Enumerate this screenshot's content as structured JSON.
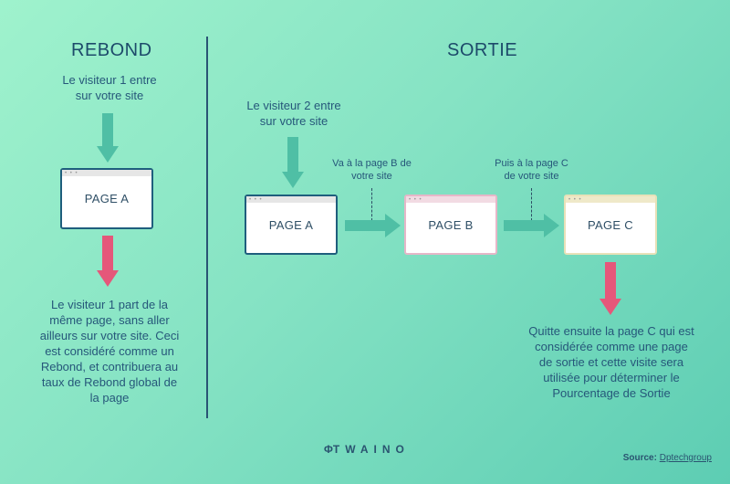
{
  "rebond": {
    "title": "REBOND",
    "visitor_enters": "Le visiteur 1 entre\nsur votre site",
    "page": "PAGE A",
    "description": "Le visiteur 1 part de la\nmême page, sans aller\nailleurs sur votre site. Ceci\nest considéré comme un\nRebond, et contribuera au\ntaux de Rebond global de\nla page"
  },
  "sortie": {
    "title": "SORTIE",
    "visitor_enters": "Le visiteur 2 entre\nsur votre site",
    "page_a": "PAGE A",
    "page_b": "PAGE B",
    "page_c": "PAGE C",
    "goes_to_b": "Va à la page B de\nvotre site",
    "then_to_c": "Puis à la page C\nde votre site",
    "description": "Quitte ensuite la page C qui est\nconsidérée comme une page\nde sortie et cette visite sera\nutilisée pour déterminer le\nPourcentage de Sortie"
  },
  "footer": {
    "logo": "TWAINO",
    "source_label": "Source:",
    "source_link": "Dptechgroup"
  },
  "colors": {
    "teal_arrow": "#4fbfa5",
    "pink_arrow": "#e5577a",
    "dark": "#1d4a6a"
  },
  "icons": [
    "down-arrow-icon",
    "right-arrow-icon",
    "logo-icon"
  ]
}
